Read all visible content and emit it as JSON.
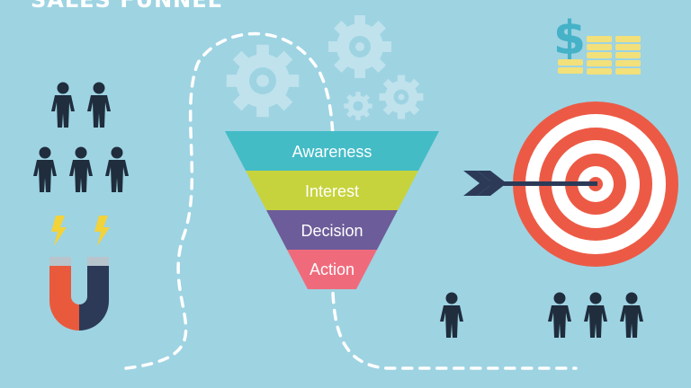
{
  "title": "SALES FUNNEL",
  "funnel": {
    "stages": [
      {
        "label": "Awareness",
        "color": "#43bcc6"
      },
      {
        "label": "Interest",
        "color": "#c6d33c"
      },
      {
        "label": "Decision",
        "color": "#6d5c9a"
      },
      {
        "label": "Action",
        "color": "#ef6b7c"
      }
    ]
  },
  "icons": {
    "money": "dollar-coins-icon",
    "magnet": "magnet-icon",
    "target": "target-icon",
    "arrow": "arrow-icon",
    "gears": "gear-icon",
    "people": "person-icon"
  },
  "colors": {
    "background": "#9ed3e2",
    "gear": "#bfe2ec",
    "person": "#1f2d3d",
    "magnet_red": "#e95a3c",
    "magnet_navy": "#2c3a58",
    "bolt": "#f2d33a",
    "target_red": "#ec5a45",
    "coin": "#f2e07a",
    "dollar": "#45b2c8"
  }
}
